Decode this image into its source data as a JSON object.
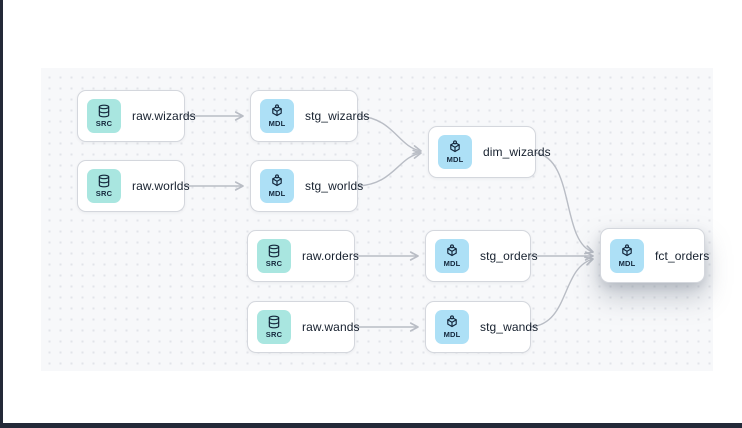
{
  "canvas": {
    "type": "data-lineage-graph"
  },
  "colors": {
    "source_badge_bg": "#a9e6e0",
    "model_badge_bg": "#ade0f6",
    "badge_text": "#14273c",
    "node_bg": "#ffffff",
    "node_border": "#d4d7dd",
    "node_text": "#16202e",
    "edge_line": "#b9bdc5",
    "canvas_bg": "#f7f8fa",
    "canvas_dot": "#e2e4e9",
    "window_edge": "#232938"
  },
  "nodes": [
    {
      "label": "raw.wizards",
      "badge": "SRC",
      "kind": "source"
    },
    {
      "label": "stg_wizards",
      "badge": "MDL",
      "kind": "model"
    },
    {
      "label": "raw.worlds",
      "badge": "SRC",
      "kind": "source"
    },
    {
      "label": "stg_worlds",
      "badge": "MDL",
      "kind": "model"
    },
    {
      "label": "dim_wizards",
      "badge": "MDL",
      "kind": "model"
    },
    {
      "label": "raw.orders",
      "badge": "SRC",
      "kind": "source"
    },
    {
      "label": "stg_orders",
      "badge": "MDL",
      "kind": "model"
    },
    {
      "label": "raw.wands",
      "badge": "SRC",
      "kind": "source"
    },
    {
      "label": "stg_wands",
      "badge": "MDL",
      "kind": "model"
    },
    {
      "label": "fct_orders",
      "badge": "MDL",
      "kind": "model",
      "state": "highlighted"
    }
  ],
  "edges": [
    {
      "from": "raw.wizards",
      "to": "stg_wizards"
    },
    {
      "from": "raw.worlds",
      "to": "stg_worlds"
    },
    {
      "from": "stg_wizards",
      "to": "dim_wizards"
    },
    {
      "from": "stg_worlds",
      "to": "dim_wizards"
    },
    {
      "from": "raw.orders",
      "to": "stg_orders"
    },
    {
      "from": "raw.wands",
      "to": "stg_wands"
    },
    {
      "from": "dim_wizards",
      "to": "fct_orders"
    },
    {
      "from": "stg_orders",
      "to": "fct_orders"
    },
    {
      "from": "stg_wands",
      "to": "fct_orders"
    }
  ]
}
